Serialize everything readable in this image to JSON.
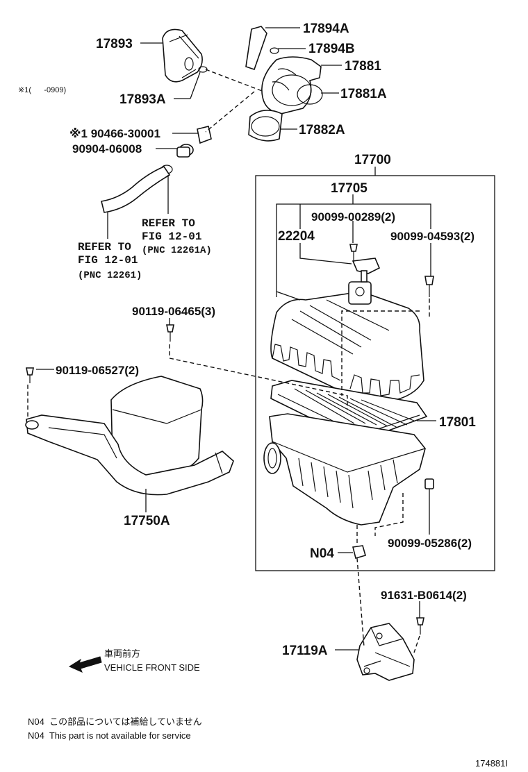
{
  "labels": {
    "p17893": "17893",
    "p17893a": "17893A",
    "p17894a": "17894A",
    "p17894b": "17894B",
    "p17881": "17881",
    "p17881a": "17881A",
    "p17882a": "17882A",
    "p190466": "※1 90466-30001",
    "p90904": "90904-06008",
    "p17700": "17700",
    "p17705": "17705",
    "p90099_00289": "90099-00289(2)",
    "p22204": "22204",
    "p90099_04593": "90099-04593(2)",
    "p90119_06465": "90119-06465(3)",
    "p90119_06527": "90119-06527(2)",
    "p17801": "17801",
    "p17750a": "17750A",
    "p90099_05286": "90099-05286(2)",
    "pN04": "N04",
    "p91631": "91631-B0614(2)",
    "p17119a": "17119A"
  },
  "refs": {
    "ref1_line1": "REFER TO",
    "ref1_line2": "FIG 12-01",
    "ref1_line3": "(PNC 12261A)",
    "ref2_line1": "REFER TO",
    "ref2_line2": "FIG 12-01",
    "ref2_line3": "(PNC 12261)"
  },
  "notes": {
    "applicability": "※1(      -0909)",
    "front_jp": "車両前方",
    "front_en": "VEHICLE FRONT SIDE",
    "n04_jp": "N04  この部品については補給していません",
    "n04_en": "N04  This part is not available for service",
    "figure_id": "174881I"
  }
}
